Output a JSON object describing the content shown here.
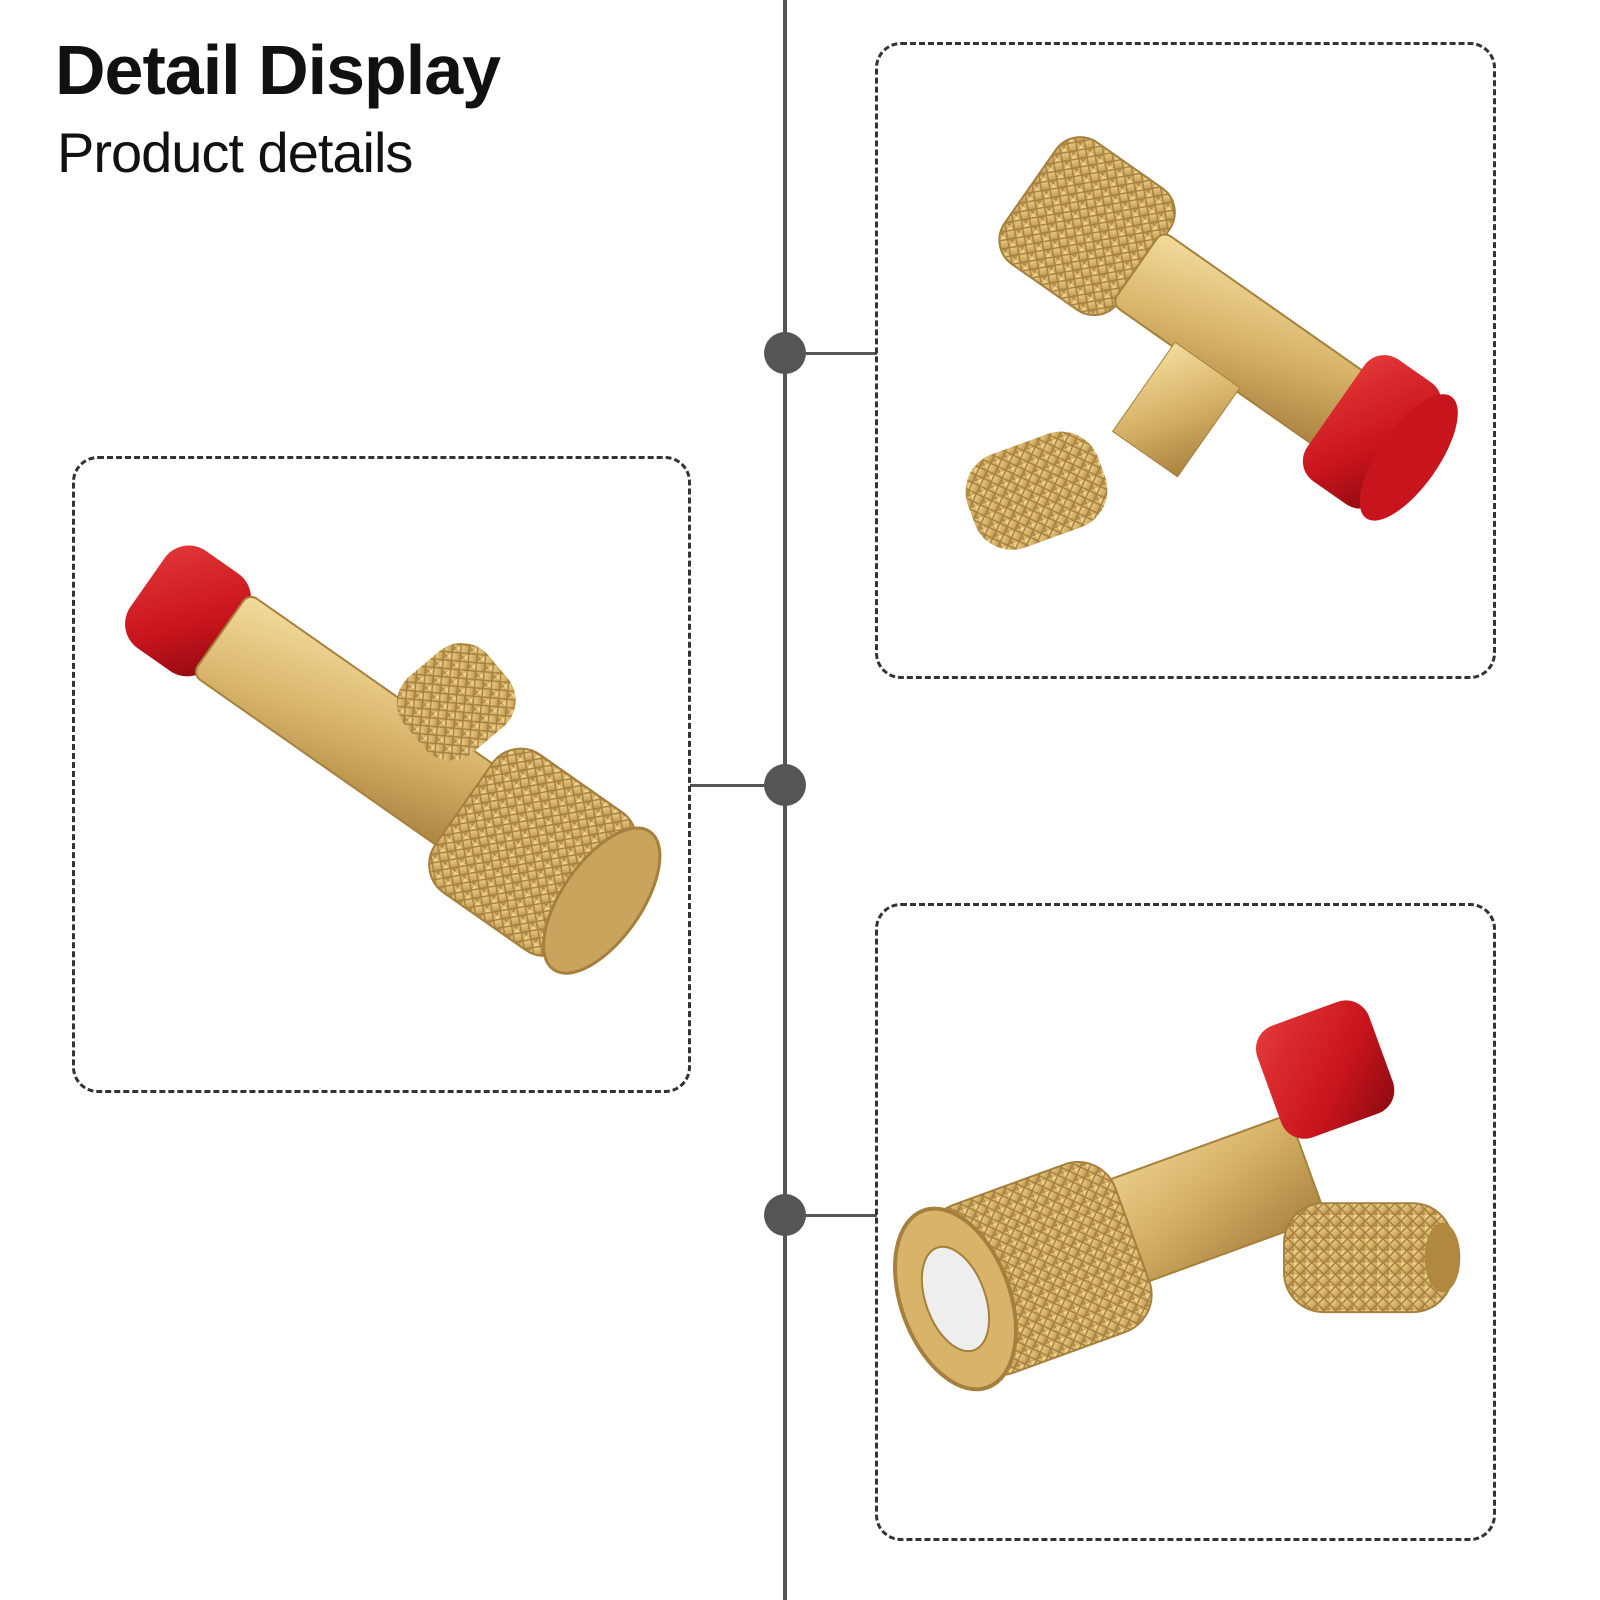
{
  "header": {
    "title": "Detail Display",
    "subtitle": "Product details"
  },
  "colors": {
    "brass": "#d8b46a",
    "red_cap": "#c8141c",
    "line": "#555555"
  },
  "images": [
    {
      "name": "valve-top-view"
    },
    {
      "name": "valve-side-view"
    },
    {
      "name": "valve-front-view"
    }
  ]
}
